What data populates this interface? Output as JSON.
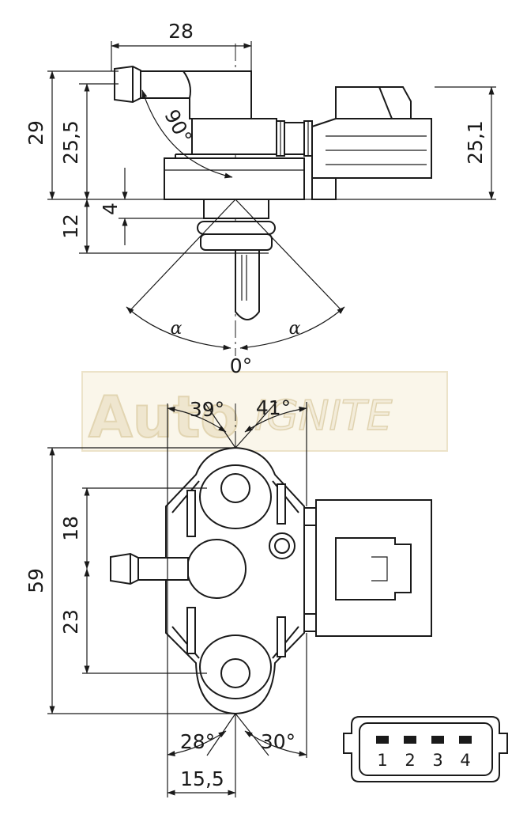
{
  "watermark": {
    "part1": "Auto",
    "part2": "IGNITE"
  },
  "top_view": {
    "dims": {
      "width_top": "28",
      "height_total": "29",
      "height_port": "25,5",
      "height_connector": "25,1",
      "height_bottom": "12",
      "height_step": "4",
      "angle_port": "90°",
      "angle_left": "α",
      "angle_right": "α",
      "angle_zero": "0°"
    }
  },
  "bottom_view": {
    "dims": {
      "height_total": "59",
      "upper": "18",
      "lower": "23",
      "angle_top_left": "39°",
      "angle_top_right": "41°",
      "angle_bottom_left": "28°",
      "angle_bottom_right": "30°",
      "width_bottom": "15,5"
    }
  },
  "connector": {
    "pins": [
      "1",
      "2",
      "3",
      "4"
    ]
  }
}
